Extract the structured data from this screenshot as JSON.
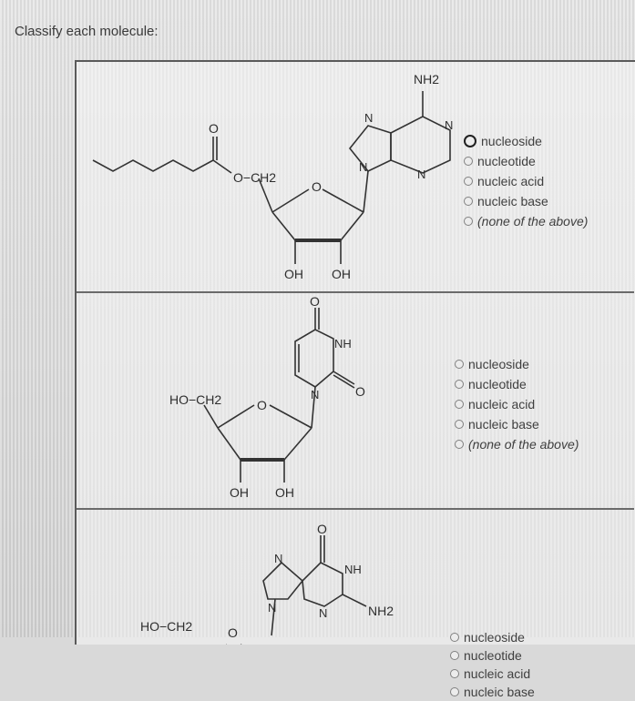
{
  "prompt": "Classify each molecule:",
  "questions": [
    {
      "molecule_labels": {
        "nh2_top": "NH2",
        "n1": "N",
        "n2": "N",
        "n3": "N",
        "n4": "N",
        "ring_o": "O",
        "ester_link": "O−CH2",
        "carbonyl_o": "O",
        "oh_left": "OH",
        "oh_right": "OH"
      },
      "options": [
        "nucleoside",
        "nucleotide",
        "nucleic acid",
        "nucleic base",
        "(none of the above)"
      ]
    },
    {
      "molecule_labels": {
        "carbonyl_top": "O",
        "nh": "NH",
        "n": "N",
        "carbonyl_right": "O",
        "ho_ch2": "HO−CH2",
        "ring_o": "O",
        "oh_left": "OH",
        "oh_right": "OH"
      },
      "options": [
        "nucleoside",
        "nucleotide",
        "nucleic acid",
        "nucleic base",
        "(none of the above)"
      ]
    },
    {
      "molecule_labels": {
        "carbonyl_top": "O",
        "n_top": "N",
        "nh": "NH",
        "n_left": "N",
        "n_mid": "N",
        "nh2": "NH2",
        "ho_ch2": "HO−CH2",
        "ring_o": "O"
      },
      "options": [
        "nucleoside",
        "nucleotide",
        "nucleic acid",
        "nucleic base"
      ]
    }
  ]
}
